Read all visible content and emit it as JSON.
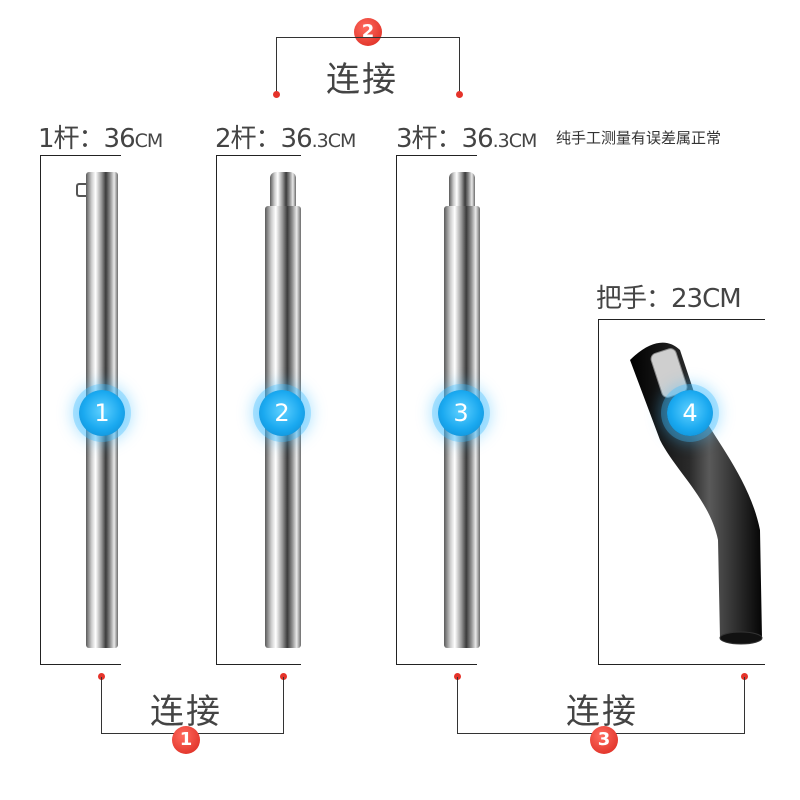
{
  "top_connector": {
    "number": "2",
    "label": "连接"
  },
  "bottom_connectors": [
    {
      "number": "1",
      "label": "连接"
    },
    {
      "number": "3",
      "label": "连接"
    }
  ],
  "parts": [
    {
      "name": "1杆：",
      "size_main": "36",
      "size_small": "",
      "unit": "CM",
      "badge": "1"
    },
    {
      "name": "2杆：",
      "size_main": "36",
      "size_small": ".3",
      "unit": "CM",
      "badge": "2"
    },
    {
      "name": "3杆：",
      "size_main": "36",
      "size_small": ".3",
      "unit": "CM",
      "badge": "3"
    },
    {
      "name": "把手：",
      "size_main": "23CM",
      "size_small": "",
      "unit": "",
      "badge": "4"
    }
  ],
  "note": "纯手工测量有误差属正常",
  "colors": {
    "accent_blue": "#1aa9f0",
    "accent_red": "#e5332a",
    "line": "#333333"
  }
}
